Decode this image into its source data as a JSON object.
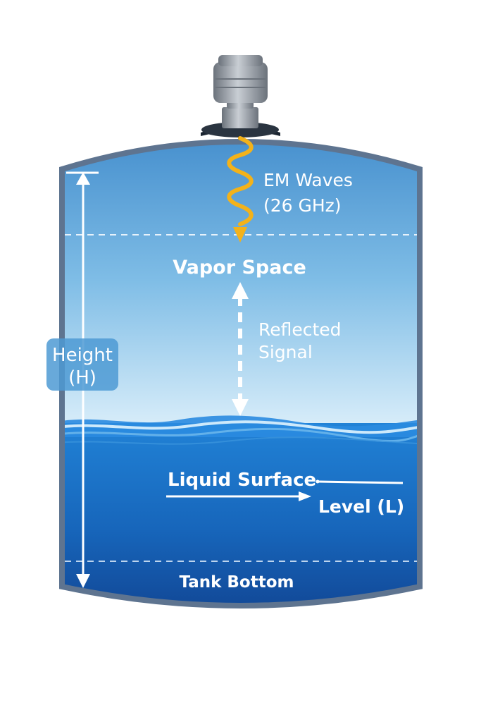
{
  "labels": {
    "em_waves_line1": "EM Waves",
    "em_waves_line2": "(26 GHz)",
    "vapor_space": "Vapor Space",
    "reflected_line1": "Reflected",
    "reflected_line2": "Signal",
    "height_line1": "Height",
    "height_line2": "(H)",
    "liquid_surface": "Liquid Surface",
    "level": "Level (L)",
    "tank_bottom": "Tank Bottom"
  },
  "icons": {
    "sensor": "radar-level-sensor-icon",
    "wave": "em-wave-icon"
  },
  "colors": {
    "vapor_top": "#3f8fd0",
    "vapor_bottom": "#cfe8f8",
    "liquid_top": "#1e78cc",
    "liquid_bottom": "#0f3f8e",
    "tank_wall": "#5e7490",
    "em_wave": "#f3b21a",
    "sensor_metal": "#8e959e"
  }
}
